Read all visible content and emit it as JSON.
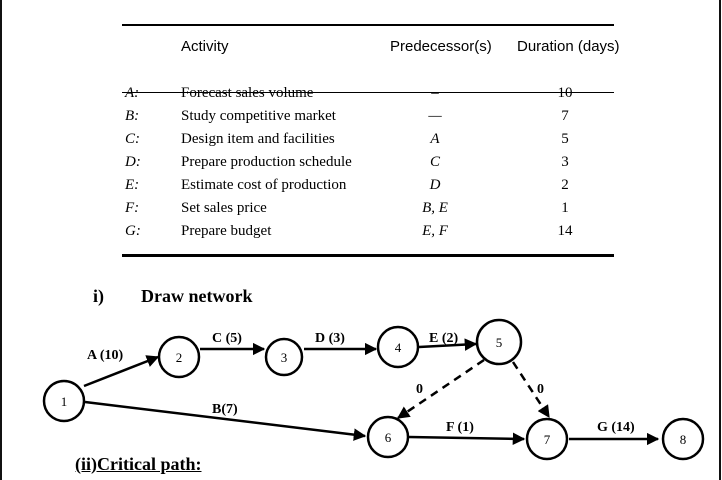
{
  "table": {
    "headers": {
      "activity": "Activity",
      "predecessors": "Predecessor(s)",
      "duration": "Duration (days)"
    },
    "rows": [
      {
        "id": "A:",
        "name": "Forecast sales volume",
        "pred": "–",
        "dur": "10"
      },
      {
        "id": "B:",
        "name": "Study competitive market",
        "pred": "—",
        "dur": "7"
      },
      {
        "id": "C:",
        "name": "Design item and facilities",
        "pred": "A",
        "dur": "5"
      },
      {
        "id": "D:",
        "name": "Prepare production schedule",
        "pred": "C",
        "dur": "3"
      },
      {
        "id": "E:",
        "name": "Estimate cost of production",
        "pred": "D",
        "dur": "2"
      },
      {
        "id": "F:",
        "name": "Set sales price",
        "pred": "B, E",
        "dur": "1"
      },
      {
        "id": "G:",
        "name": "Prepare budget",
        "pred": "E, F",
        "dur": "14"
      }
    ]
  },
  "question1": {
    "number": "i)",
    "title": "Draw network"
  },
  "question2": {
    "title": "(ii)Critical path:"
  },
  "network": {
    "nodes": [
      "1",
      "2",
      "3",
      "4",
      "5",
      "6",
      "7",
      "8"
    ],
    "edges": [
      {
        "label": "A (10)",
        "from": "1",
        "to": "2",
        "dashed": false
      },
      {
        "label": "C (5)",
        "from": "2",
        "to": "3",
        "dashed": false
      },
      {
        "label": "D (3)",
        "from": "3",
        "to": "4",
        "dashed": false
      },
      {
        "label": "E (2)",
        "from": "4",
        "to": "5",
        "dashed": false
      },
      {
        "label": "B(7)",
        "from": "1",
        "to": "6",
        "dashed": false
      },
      {
        "label": "0",
        "from": "5",
        "to": "6",
        "dashed": true
      },
      {
        "label": "0",
        "from": "5",
        "to": "7",
        "dashed": true
      },
      {
        "label": "F (1)",
        "from": "6",
        "to": "7",
        "dashed": false
      },
      {
        "label": "G (14)",
        "from": "7",
        "to": "8",
        "dashed": false
      }
    ]
  }
}
